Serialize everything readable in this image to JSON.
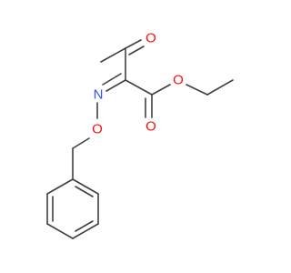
{
  "molecule": {
    "atoms": {
      "O_ketone": {
        "label": "O",
        "color": "#ff0d0d"
      },
      "O_ester_carbonyl": {
        "label": "O",
        "color": "#ff0d0d"
      },
      "O_ester": {
        "label": "O",
        "color": "#ff0d0d"
      },
      "N_oxime": {
        "label": "N",
        "color": "#3050f8"
      },
      "O_oxime": {
        "label": "O",
        "color": "#ff0d0d"
      }
    },
    "bond_color": "#404040"
  }
}
